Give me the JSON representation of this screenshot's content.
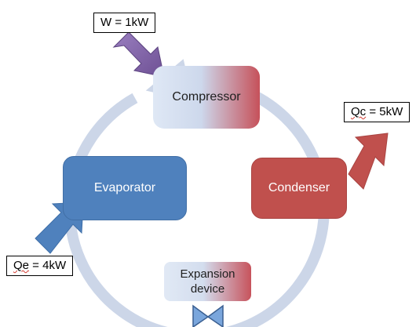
{
  "nodes": {
    "compressor": "Compressor",
    "condenser": "Condenser",
    "evaporator": "Evaporator",
    "expansion_line1": "Expansion",
    "expansion_line2": "device"
  },
  "labels": {
    "work": "W = 1kW",
    "qc_symbol": "Qc",
    "qc_value": " = 5kW",
    "qe_symbol": "Qe",
    "qe_value": " = 4kW"
  },
  "colors": {
    "cycle_ring": "#ccd6e8",
    "work_arrow": "#8064a2",
    "heat_out_arrow": "#c0504d",
    "heat_in_arrow": "#4f81bd",
    "valve": "#5b8fd0",
    "condenser_fill": "#c0504d",
    "evaporator_fill": "#4f81bd"
  }
}
